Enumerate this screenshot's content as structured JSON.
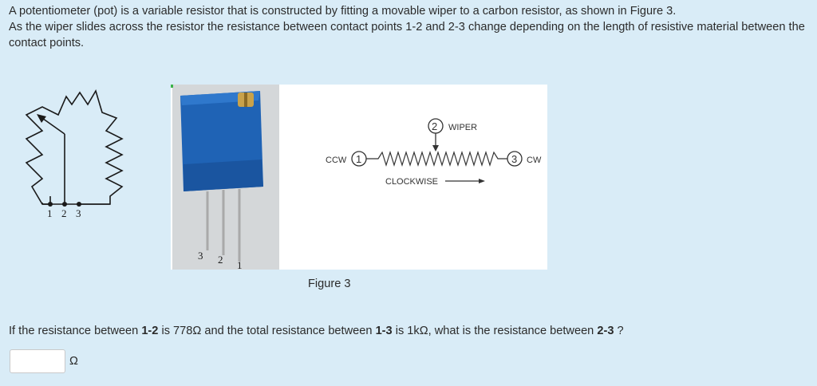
{
  "intro": {
    "line1": "A potentiometer (pot) is a variable resistor that is constructed by fitting a movable wiper to a carbon resistor, as shown in Figure 3.",
    "line2": "As the wiper slides across the resistor the resistance between contact points 1-2 and 2-3 change depending on the length of resistive material between the contact points."
  },
  "symbol_figure": {
    "pin_labels": [
      "1",
      "2",
      "3"
    ]
  },
  "photo_figure": {
    "pin_labels": [
      "3",
      "2",
      "1"
    ]
  },
  "schematic_figure": {
    "terminal_1": "1",
    "terminal_2": "2",
    "terminal_3": "3",
    "wiper_label": "WIPER",
    "ccw_label": "CCW",
    "cw_label": "CW",
    "clockwise_label": "CLOCKWISE"
  },
  "figure_caption": "Figure 3",
  "question": {
    "part1": "If the resistance between ",
    "b1": "1-2",
    "part2": " is 778Ω and the total resistance between ",
    "b2": "1-3",
    "part3": " is 1kΩ, what is the resistance between ",
    "b3": "2-3",
    "part4": " ?"
  },
  "answer": {
    "value": "",
    "unit": "Ω"
  },
  "colors": {
    "background": "#d9ecf7",
    "body_blue": "#1f63b5",
    "brass": "#c9a24a"
  }
}
